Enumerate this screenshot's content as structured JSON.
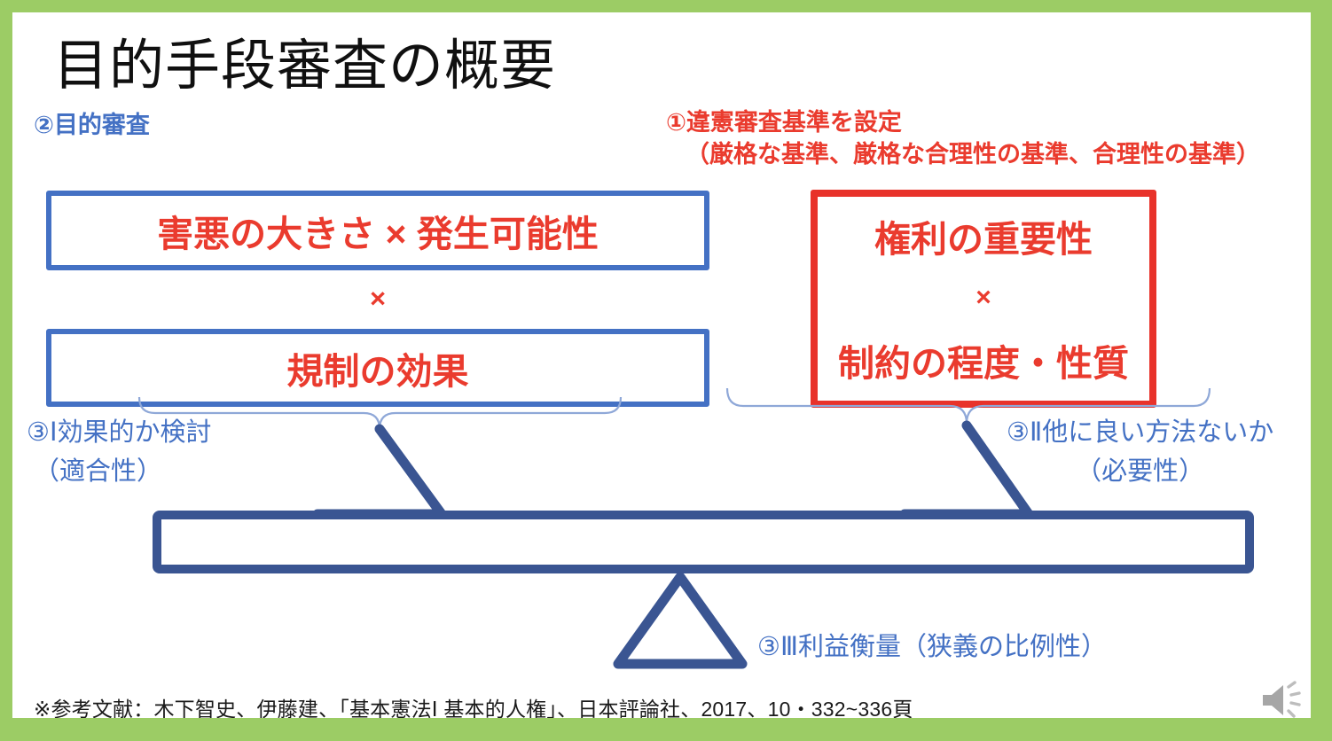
{
  "slide": {
    "title": "目的手段審査の概要",
    "border_color": "#9ccc65",
    "background": "#ffffff"
  },
  "annotations": {
    "step2_label": "②目的審査",
    "step1_line1": "①違憲審査基準を設定",
    "step1_line2": "（厳格な基準、厳格な合理性の基準、合理性の基準）",
    "step3_1_line1": "③Ⅰ効果的か検討",
    "step3_1_line2": "（適合性）",
    "step3_2_line1": "③Ⅱ他に良い方法ないか",
    "step3_2_line2": "（必要性）",
    "step3_3": "③Ⅲ利益衡量（狭義の比例性）"
  },
  "boxes": {
    "harm": "害悪の大きさ × 発生可能性",
    "times_left": "×",
    "effect": "規制の効果",
    "right_line1": "権利の重要性",
    "right_times": "×",
    "right_line2": "制約の程度・性質"
  },
  "colors": {
    "blue": "#4471c4",
    "dark_blue": "#3a5592",
    "red": "#ea3b2e",
    "red_box": "#e8322a",
    "green_border": "#9ccc65",
    "brace": "#8fa8d8",
    "speaker_gray": "#a6a6a6"
  },
  "footnote": "※参考文献：木下智史、伊藤建、「基本憲法Ⅰ 基本的人権」、日本評論社、2017、10・332~336頁",
  "icons": {
    "audio": "speaker-icon"
  }
}
